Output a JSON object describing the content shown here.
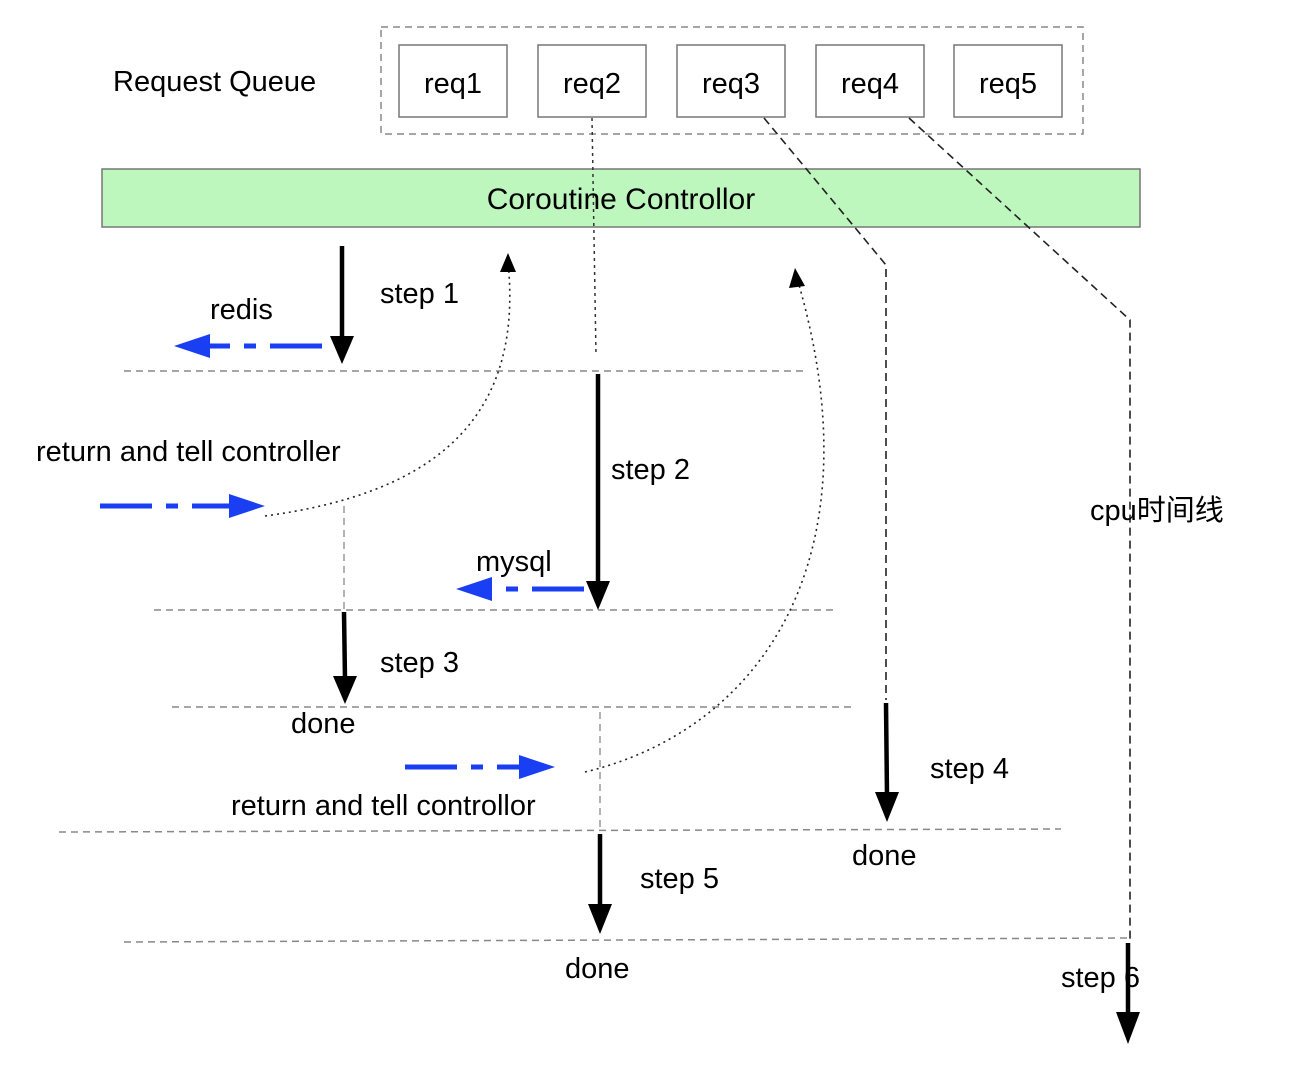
{
  "queue": {
    "title": "Request  Queue",
    "requests": [
      "req1",
      "req2",
      "req3",
      "req4",
      "req5"
    ]
  },
  "controller": {
    "label": "Coroutine Controllor"
  },
  "labels": {
    "step1": "step 1",
    "redis": "redis",
    "return_tell_controller": "return and tell controller",
    "step2": "step 2",
    "mysql": "mysql",
    "step3": "step 3",
    "done_step3": "done",
    "return_tell_controllor": "return  and tell  controllor",
    "step4": "step 4",
    "done_step4": "done",
    "step5": "step 5",
    "done_step5": "done",
    "cpu_timeline": "cpu时间线",
    "step6": "step 6"
  },
  "colors": {
    "controller_fill": "#bdf7bd",
    "io_arrow": "#1a3ef2",
    "divider": "#888888",
    "step_arrow": "#000000"
  }
}
